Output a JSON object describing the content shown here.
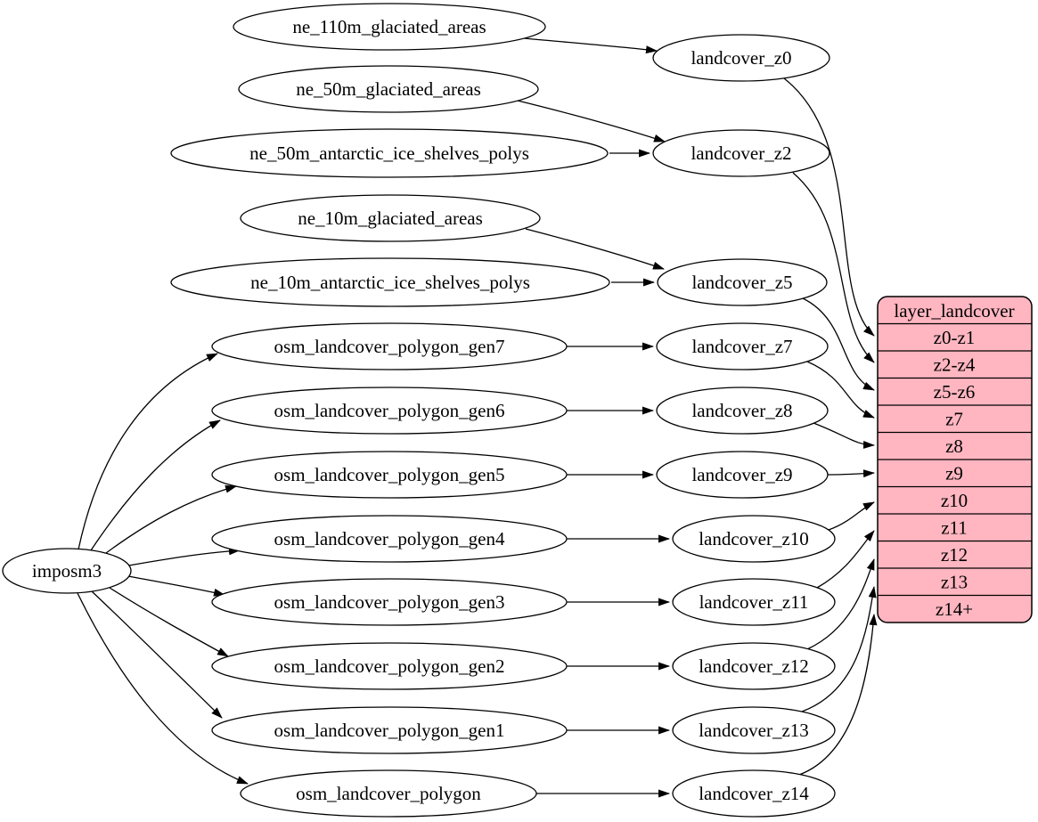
{
  "diagram": {
    "nodes": {
      "imposm3": "imposm3",
      "ne_110m_glaciated_areas": "ne_110m_glaciated_areas",
      "ne_50m_glaciated_areas": "ne_50m_glaciated_areas",
      "ne_50m_antarctic_ice_shelves_polys": "ne_50m_antarctic_ice_shelves_polys",
      "ne_10m_glaciated_areas": "ne_10m_glaciated_areas",
      "ne_10m_antarctic_ice_shelves_polys": "ne_10m_antarctic_ice_shelves_polys",
      "osm_landcover_polygon_gen7": "osm_landcover_polygon_gen7",
      "osm_landcover_polygon_gen6": "osm_landcover_polygon_gen6",
      "osm_landcover_polygon_gen5": "osm_landcover_polygon_gen5",
      "osm_landcover_polygon_gen4": "osm_landcover_polygon_gen4",
      "osm_landcover_polygon_gen3": "osm_landcover_polygon_gen3",
      "osm_landcover_polygon_gen2": "osm_landcover_polygon_gen2",
      "osm_landcover_polygon_gen1": "osm_landcover_polygon_gen1",
      "osm_landcover_polygon": "osm_landcover_polygon",
      "landcover_z0": "landcover_z0",
      "landcover_z2": "landcover_z2",
      "landcover_z5": "landcover_z5",
      "landcover_z7": "landcover_z7",
      "landcover_z8": "landcover_z8",
      "landcover_z9": "landcover_z9",
      "landcover_z10": "landcover_z10",
      "landcover_z11": "landcover_z11",
      "landcover_z12": "landcover_z12",
      "landcover_z13": "landcover_z13",
      "landcover_z14": "landcover_z14"
    },
    "table": {
      "title": "layer_landcover",
      "rows": [
        "z0-z1",
        "z2-z4",
        "z5-z6",
        "z7",
        "z8",
        "z9",
        "z10",
        "z11",
        "z12",
        "z13",
        "z14+"
      ],
      "fill": "#ffb6c1",
      "border_color": "#000000"
    },
    "edges": [
      {
        "from": "ne_110m_glaciated_areas",
        "to": "landcover_z0"
      },
      {
        "from": "ne_50m_glaciated_areas",
        "to": "landcover_z2"
      },
      {
        "from": "ne_50m_antarctic_ice_shelves_polys",
        "to": "landcover_z2"
      },
      {
        "from": "ne_10m_glaciated_areas",
        "to": "landcover_z5"
      },
      {
        "from": "ne_10m_antarctic_ice_shelves_polys",
        "to": "landcover_z5"
      },
      {
        "from": "imposm3",
        "to": "osm_landcover_polygon_gen7"
      },
      {
        "from": "imposm3",
        "to": "osm_landcover_polygon_gen6"
      },
      {
        "from": "imposm3",
        "to": "osm_landcover_polygon_gen5"
      },
      {
        "from": "imposm3",
        "to": "osm_landcover_polygon_gen4"
      },
      {
        "from": "imposm3",
        "to": "osm_landcover_polygon_gen3"
      },
      {
        "from": "imposm3",
        "to": "osm_landcover_polygon_gen2"
      },
      {
        "from": "imposm3",
        "to": "osm_landcover_polygon_gen1"
      },
      {
        "from": "imposm3",
        "to": "osm_landcover_polygon"
      },
      {
        "from": "osm_landcover_polygon_gen7",
        "to": "landcover_z7"
      },
      {
        "from": "osm_landcover_polygon_gen6",
        "to": "landcover_z8"
      },
      {
        "from": "osm_landcover_polygon_gen5",
        "to": "landcover_z9"
      },
      {
        "from": "osm_landcover_polygon_gen4",
        "to": "landcover_z10"
      },
      {
        "from": "osm_landcover_polygon_gen3",
        "to": "landcover_z11"
      },
      {
        "from": "osm_landcover_polygon_gen2",
        "to": "landcover_z12"
      },
      {
        "from": "osm_landcover_polygon_gen1",
        "to": "landcover_z13"
      },
      {
        "from": "osm_landcover_polygon",
        "to": "landcover_z14"
      },
      {
        "from": "landcover_z0",
        "to": "layer_landcover:z0-z1"
      },
      {
        "from": "landcover_z2",
        "to": "layer_landcover:z2-z4"
      },
      {
        "from": "landcover_z5",
        "to": "layer_landcover:z5-z6"
      },
      {
        "from": "landcover_z7",
        "to": "layer_landcover:z7"
      },
      {
        "from": "landcover_z8",
        "to": "layer_landcover:z8"
      },
      {
        "from": "landcover_z9",
        "to": "layer_landcover:z9"
      },
      {
        "from": "landcover_z10",
        "to": "layer_landcover:z10"
      },
      {
        "from": "landcover_z11",
        "to": "layer_landcover:z11"
      },
      {
        "from": "landcover_z12",
        "to": "layer_landcover:z12"
      },
      {
        "from": "landcover_z13",
        "to": "layer_landcover:z13"
      },
      {
        "from": "landcover_z14",
        "to": "layer_landcover:z14+"
      }
    ]
  }
}
